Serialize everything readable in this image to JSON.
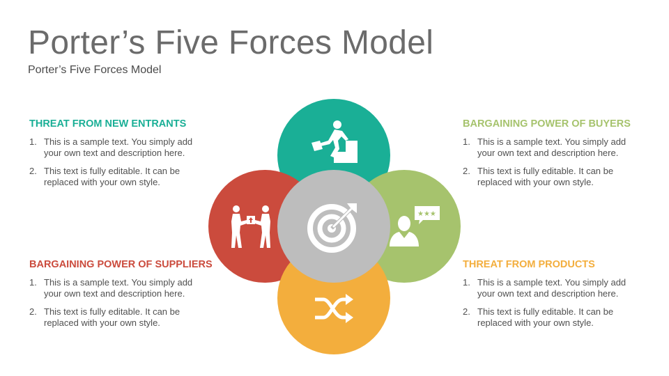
{
  "title": "Porter’s Five Forces Model",
  "subtitle": "Porter’s Five Forces Model",
  "colors": {
    "teal": "#1aaf96",
    "red": "#cb4b3d",
    "green": "#a6c36d",
    "orange": "#f3ae3d",
    "gray": "#bdbdbd"
  },
  "forces": {
    "new_entrants": {
      "heading": "THREAT FROM NEW ENTRANTS",
      "color": "#1aaf96",
      "items": [
        {
          "num": "1.",
          "text": "This is a sample text. You simply add your own text and description here."
        },
        {
          "num": "2.",
          "text": "This text is fully editable. It can be replaced with your own style."
        }
      ]
    },
    "suppliers": {
      "heading": "BARGAINING POWER OF SUPPLIERS",
      "color": "#cb4b3d",
      "items": [
        {
          "num": "1.",
          "text": "This is a sample text. You simply add your own text and description here."
        },
        {
          "num": "2.",
          "text": "This text is fully editable. It can be replaced with your own style."
        }
      ]
    },
    "buyers": {
      "heading": "BARGAINING POWER OF BUYERS",
      "color": "#a6c36d",
      "items": [
        {
          "num": "1.",
          "text": "This is a sample text. You simply add your own text and description here."
        },
        {
          "num": "2.",
          "text": "This text is fully editable. It can be replaced with your own style."
        }
      ]
    },
    "products": {
      "heading": "THREAT FROM PRODUCTS",
      "color": "#f3ae3d",
      "items": [
        {
          "num": "1.",
          "text": "This is a sample text. You simply add your own text and description here."
        },
        {
          "num": "2.",
          "text": "This text is fully editable. It can be replaced with your own style."
        }
      ]
    }
  },
  "icons": {
    "top": "stair-climber-icon",
    "left": "handshake-deal-icon",
    "right": "customer-review-icon",
    "bottom": "shuffle-arrows-icon",
    "center": "target-icon"
  }
}
